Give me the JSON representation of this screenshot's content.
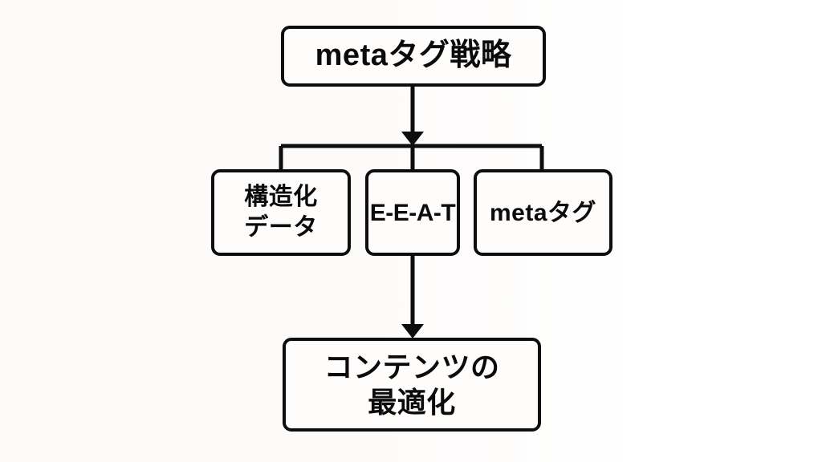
{
  "diagram": {
    "type": "flowchart",
    "orientation": "top-down",
    "background_color": "#fdfbfa",
    "node_fill_color": "#fefdfc",
    "stroke_color": "#0d0d0d",
    "text_color": "#0b0b0b",
    "nodes": {
      "root": {
        "id": "root",
        "label": "metaタグ戦略",
        "lines": [
          "metaタグ戦略"
        ],
        "level": 0
      },
      "structured_data": {
        "id": "structured-data",
        "label": "構造化データ",
        "lines": [
          "構造化",
          "データ"
        ],
        "level": 1
      },
      "eeat": {
        "id": "eeat",
        "label": "E-E-A-T",
        "lines": [
          "E-E-A-T"
        ],
        "level": 1
      },
      "meta_tag": {
        "id": "meta-tag",
        "label": "metaタグ",
        "lines": [
          "metaタグ"
        ],
        "level": 1
      },
      "optimize": {
        "id": "content-optimization",
        "label": "コンテンツの最適化",
        "lines": [
          "コンテンツの",
          "最適化"
        ],
        "level": 2
      }
    },
    "edges": [
      {
        "from": "root",
        "to": "branch-bar",
        "arrow": true
      },
      {
        "from": "branch-bar",
        "to": "structured_data",
        "arrow": false
      },
      {
        "from": "branch-bar",
        "to": "eeat",
        "arrow": false
      },
      {
        "from": "branch-bar",
        "to": "meta_tag",
        "arrow": false
      },
      {
        "from": "eeat",
        "to": "optimize",
        "arrow": true
      }
    ]
  }
}
